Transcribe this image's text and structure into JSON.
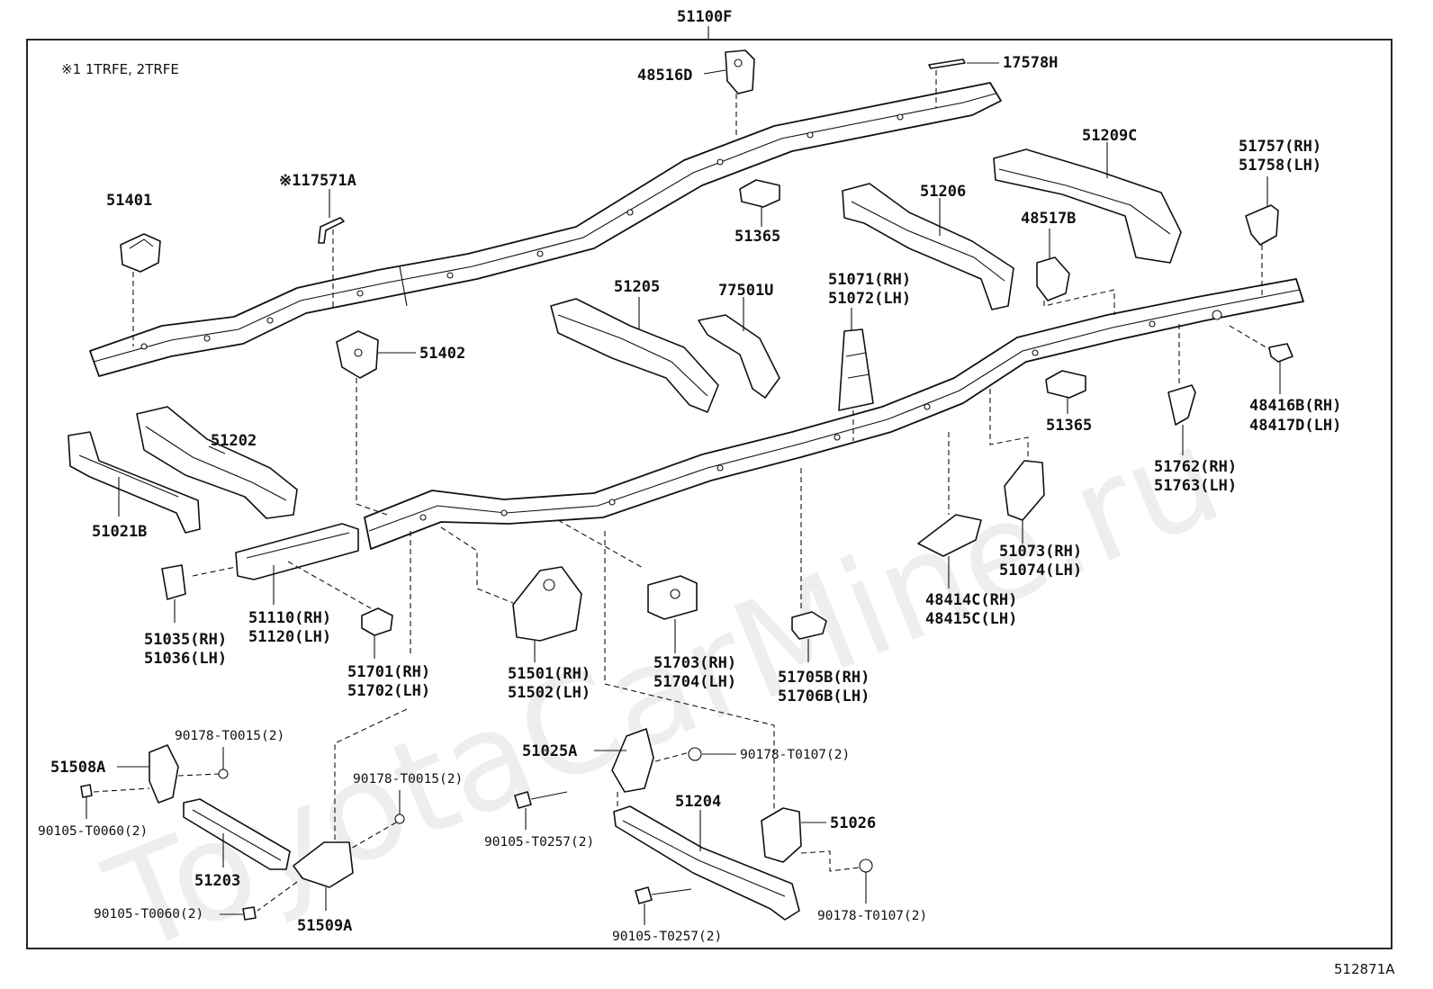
{
  "diagram": {
    "assembly_label": "51100F",
    "note": "※1 1TRFE, 2TRFE",
    "figure_code": "512871A",
    "watermark": "ToyotaCarMine.ru",
    "labels": {
      "l48516D": "48516D",
      "l17578H": "17578H",
      "l51209C": "51209C",
      "l51757": "51757(RH)",
      "l51758": "51758(LH)",
      "l51401": "51401",
      "l17571A": "※117571A",
      "l51365a": "51365",
      "l51206": "51206",
      "l48517B": "48517B",
      "l51205": "51205",
      "l77501U": "77501U",
      "l51071": "51071(RH)",
      "l51072": "51072(LH)",
      "l51402": "51402",
      "l48416B": "48416B(RH)",
      "l48417D": "48417D(LH)",
      "l51365b": "51365",
      "l51202": "51202",
      "l51762": "51762(RH)",
      "l51763": "51763(LH)",
      "l51021B": "51021B",
      "l51073": "51073(RH)",
      "l51074": "51074(LH)",
      "l48414C": "48414C(RH)",
      "l48415C": "48415C(LH)",
      "l51110": "51110(RH)",
      "l51120": "51120(LH)",
      "l51035": "51035(RH)",
      "l51036": "51036(LH)",
      "l51703": "51703(RH)",
      "l51704": "51704(LH)",
      "l51705B": "51705B(RH)",
      "l51706B": "51706B(LH)",
      "l51701": "51701(RH)",
      "l51702": "51702(LH)",
      "l51501": "51501(RH)",
      "l51502": "51502(LH)",
      "l90178T0015a": "90178-T0015(2)",
      "l51508A": "51508A",
      "l90178T0015b": "90178-T0015(2)",
      "l90105T0060a": "90105-T0060(2)",
      "l51203": "51203",
      "l90105T0060b": "90105-T0060(2)",
      "l51509A": "51509A",
      "l51025A": "51025A",
      "l90178T0107a": "90178-T0107(2)",
      "l90105T0257a": "90105-T0257(2)",
      "l51204": "51204",
      "l51026": "51026",
      "l90178T0107b": "90178-T0107(2)",
      "l90105T0257b": "90105-T0257(2)"
    }
  }
}
